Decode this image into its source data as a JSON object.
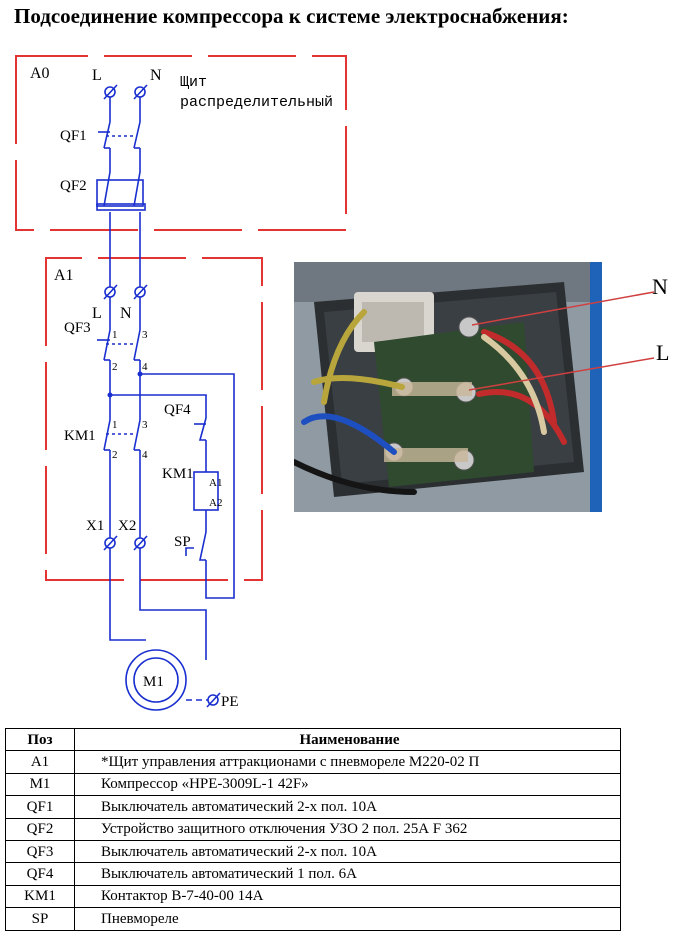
{
  "title": "Подсоединение компрессора к системе электроснабжения:",
  "schematic": {
    "a0": {
      "label": "A0",
      "terminal_l": "L",
      "terminal_n": "N",
      "panel_name_line1": "Щит",
      "panel_name_line2": "распределительный",
      "qf1": "QF1",
      "qf2": "QF2"
    },
    "a1": {
      "label": "A1",
      "terminal_l": "L",
      "terminal_n": "N",
      "qf3": "QF3",
      "qf3_pin1": "1",
      "qf3_pin2": "2",
      "qf3_pin3": "3",
      "qf3_pin4": "4",
      "km1": "KM1",
      "km1_pin1": "1",
      "km1_pin2": "2",
      "km1_pin3": "3",
      "km1_pin4": "4",
      "qf4": "QF4",
      "km1_coil": "KM1",
      "coil_a1": "A1",
      "coil_a2": "A2",
      "x1": "X1",
      "x2": "X2",
      "sp": "SP"
    },
    "motor": "M1",
    "pe": "PE"
  },
  "photo": {
    "label_n": "N",
    "label_l": "L"
  },
  "colors": {
    "wire": "#1a2fcf",
    "frame": "#e33333"
  },
  "table": {
    "header": {
      "pos": "Поз",
      "name": "Наименование"
    },
    "rows": [
      {
        "pos": "A1",
        "name": "*Щит управления аттракционами с пневмореле М220-02 П"
      },
      {
        "pos": "M1",
        "name": "Компрессор «HPE-3009L-1 42F»"
      },
      {
        "pos": "QF1",
        "name": "Выключатель автоматический 2-х пол. 10А"
      },
      {
        "pos": "QF2",
        "name": "Устройство защитного отключения УЗО 2 пол. 25А F 362"
      },
      {
        "pos": "QF3",
        "name": "Выключатель автоматический 2-х пол. 10А"
      },
      {
        "pos": "QF4",
        "name": "Выключатель автоматический 1 пол. 6А"
      },
      {
        "pos": "KM1",
        "name": "Контактор В-7-40-00 14А"
      },
      {
        "pos": "SP",
        "name": "Пневмореле"
      }
    ]
  }
}
